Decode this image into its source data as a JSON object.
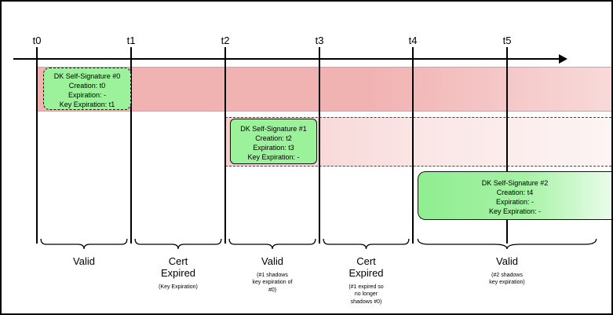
{
  "diagram": {
    "ticks": [
      "t0",
      "t1",
      "t2",
      "t3",
      "t4",
      "t5"
    ],
    "signatures": [
      {
        "title": "DK Self-Signature #0",
        "lines": [
          "Creation: t0",
          "Expiration: -",
          "Key Expiration: t1"
        ]
      },
      {
        "title": "DK Self-Signature #1",
        "lines": [
          "Creation: t2",
          "Expiration: t3",
          "Key Expiration: -"
        ]
      },
      {
        "title": "DK Self-Signature #2",
        "lines": [
          "Creation: t4",
          "Expiration: -",
          "Key Expiration: -"
        ]
      }
    ],
    "periods": [
      {
        "label": "Valid",
        "note": ""
      },
      {
        "label": "Cert\nExpired",
        "note": "(Key Expiration)"
      },
      {
        "label": "Valid",
        "note": "(#1 shadows\nkey expiration of\n#0)"
      },
      {
        "label": "Cert\nExpired",
        "note": "(#1 expired so\nno longer\nshadows #0)"
      },
      {
        "label": "Valid",
        "note": "(#2 shadows\nkey expiration)"
      }
    ],
    "colors": {
      "expired_band": "#f1b2b2",
      "shadow_band": "#f6cece",
      "signature_box_green": "#9bf29b",
      "valid_band_green": "#90ee90"
    }
  }
}
